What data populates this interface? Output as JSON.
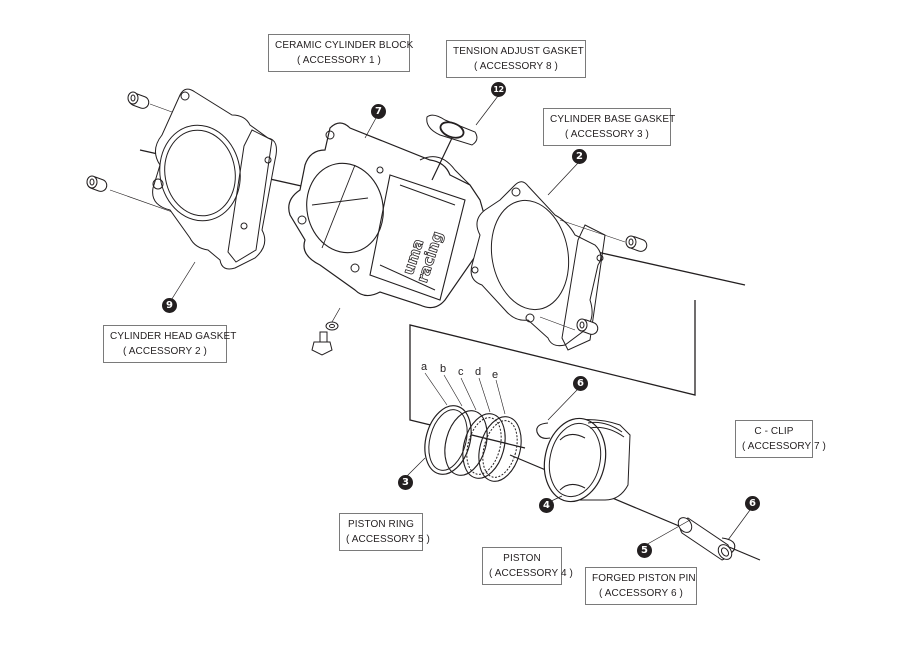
{
  "diagram": {
    "title": "Cylinder kit exploded view",
    "parts": [
      {
        "id": "ceramic-cylinder-block",
        "name": "CERAMIC CYLINDER BLOCK",
        "accessory": "( ACCESSORY 1 )",
        "callout": "7"
      },
      {
        "id": "tension-adjust-gasket",
        "name": "TENSION ADJUST GASKET",
        "accessory": "( ACCESSORY 8 )",
        "callout": "12"
      },
      {
        "id": "cylinder-base-gasket",
        "name": "CYLINDER BASE GASKET",
        "accessory": "( ACCESSORY 3 )",
        "callout": "2"
      },
      {
        "id": "cylinder-head-gasket",
        "name": "CYLINDER HEAD GASKET",
        "accessory": "( ACCESSORY 2 )",
        "callout": "9"
      },
      {
        "id": "piston-ring",
        "name": "PISTON RING",
        "accessory": "( ACCESSORY 5 )",
        "callout": "3"
      },
      {
        "id": "piston",
        "name": "PISTON",
        "accessory": "( ACCESSORY 4 )",
        "callout": "4"
      },
      {
        "id": "forged-piston-pin",
        "name": "FORGED PISTON PIN",
        "accessory": "( ACCESSORY 6 )",
        "callout": "5"
      },
      {
        "id": "c-clip",
        "name": "C - CLIP",
        "accessory": "( ACCESSORY 7 )",
        "callout": "6"
      }
    ],
    "ring_letters": [
      "a",
      "b",
      "c",
      "d",
      "e"
    ],
    "brand_text": [
      "uma",
      "racing"
    ]
  }
}
